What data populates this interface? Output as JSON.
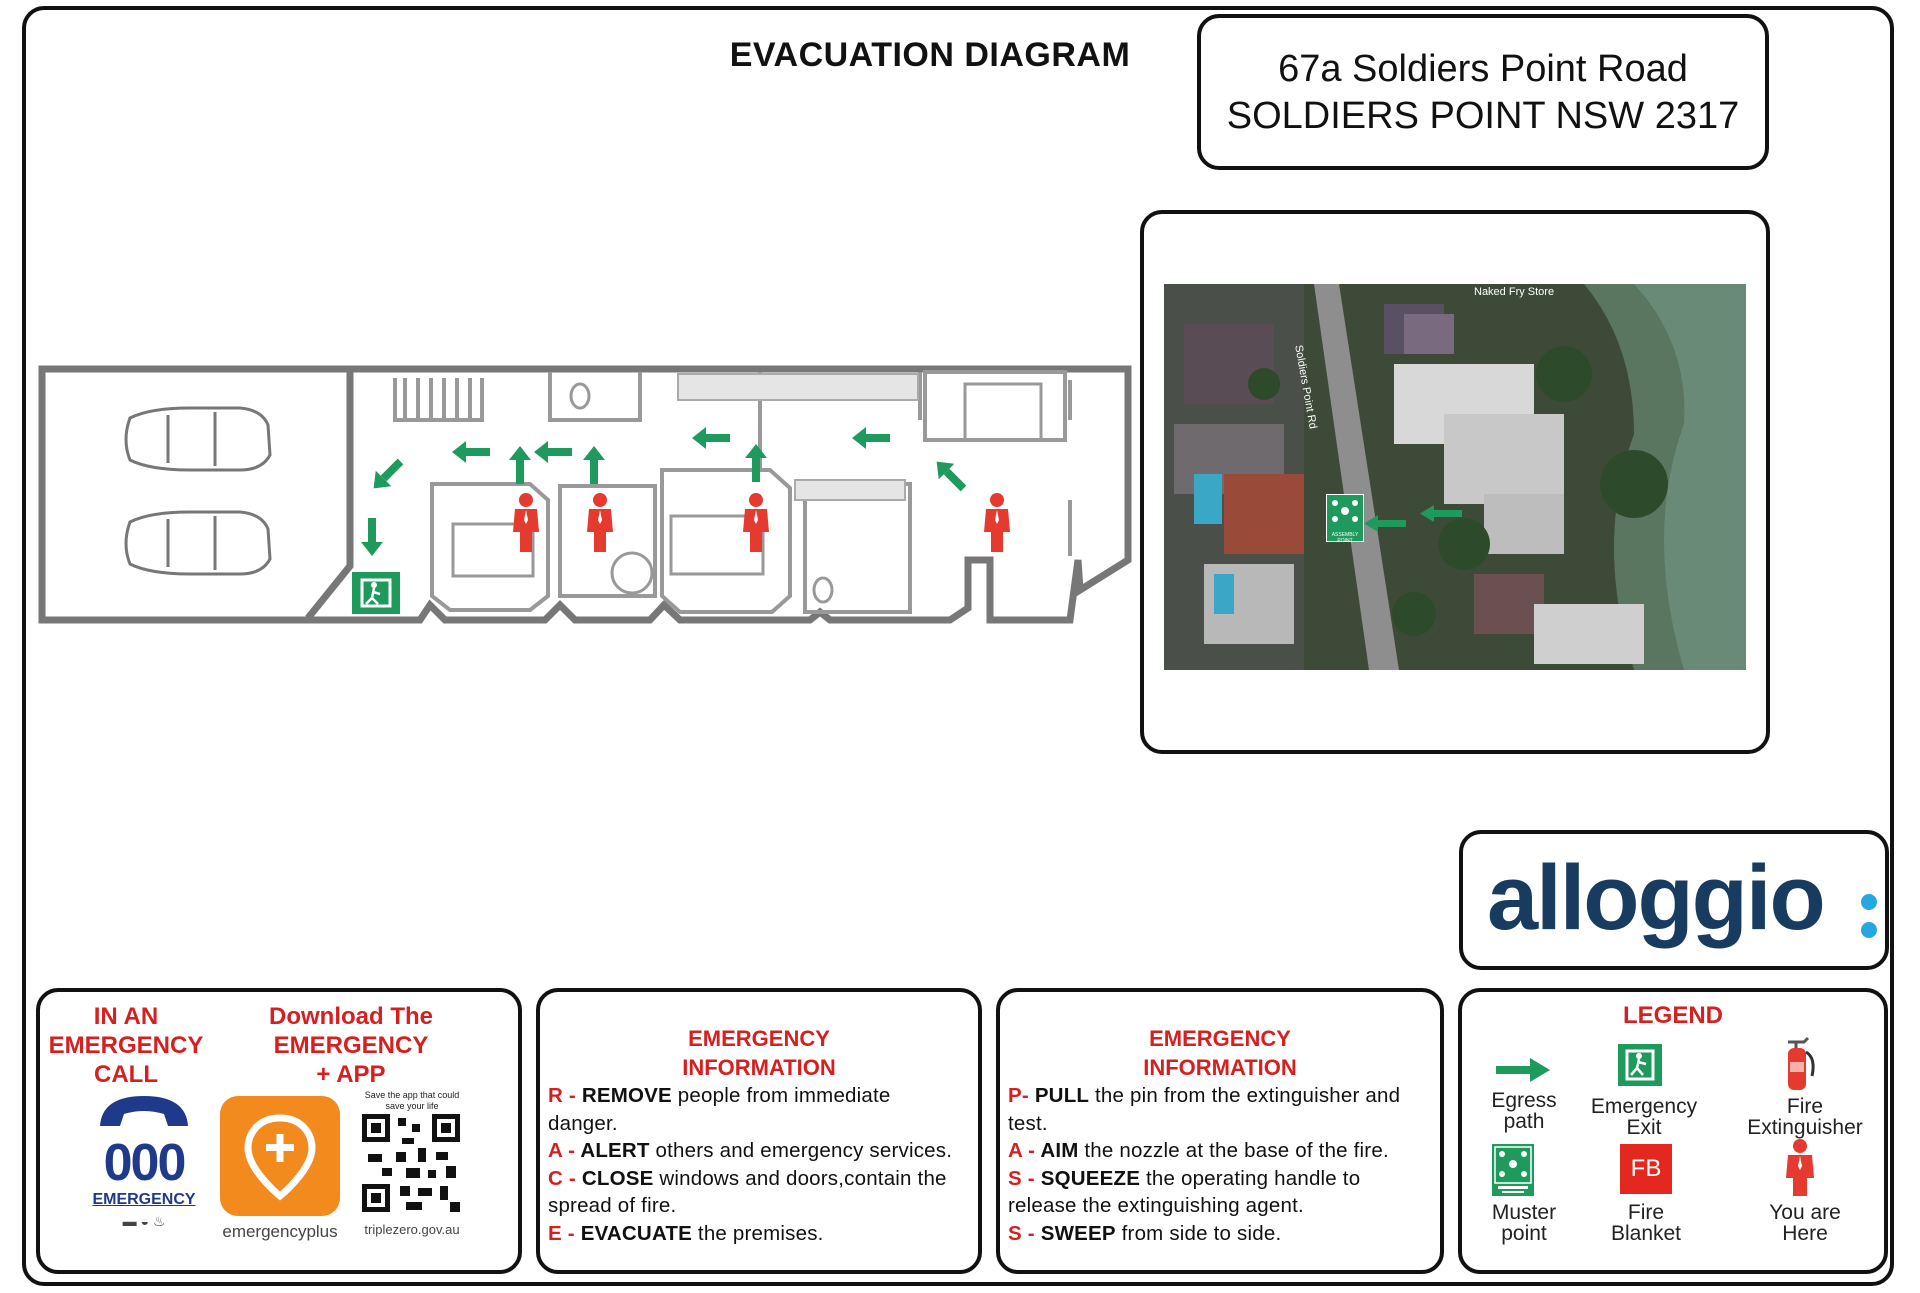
{
  "title": "EVACUATION DIAGRAM",
  "address": {
    "line1": "67a Soldiers Point Road",
    "line2": "SOLDIERS POINT NSW 2317"
  },
  "map": {
    "road_label": "Soldiers Point Rd",
    "place_label": "Naked Fry Store",
    "muster_label": "ASSEMBLY POINT"
  },
  "logo": {
    "text": "alloggio",
    "dot_color": "#27a7df",
    "text_color": "#173c5f"
  },
  "call_panel": {
    "heading": [
      "IN AN",
      "EMERGENCY",
      "CALL"
    ],
    "app_heading": [
      "Download The",
      "EMERGENCY",
      "+ APP"
    ],
    "phone_number": "000",
    "phone_caption": "EMERGENCY",
    "app_name": "emergencyplus",
    "qr_caption_top": "Save the app that could save your life",
    "qr_url": "triplezero.gov.au"
  },
  "info_rescue": {
    "heading": [
      "EMERGENCY",
      "INFORMATION"
    ],
    "lines": [
      {
        "key": "R",
        "word": "REMOVE",
        "text": " people from immediate"
      },
      {
        "key": "",
        "word": "",
        "text": "danger."
      },
      {
        "key": "A",
        "word": "ALERT",
        "text": " others and emergency services."
      },
      {
        "key": "C",
        "word": "CLOSE",
        "text": " windows and doors,contain the"
      },
      {
        "key": "",
        "word": "",
        "text": "spread of fire."
      },
      {
        "key": "E",
        "word": "EVACUATE",
        "text": " the premises."
      }
    ]
  },
  "info_pass": {
    "heading": [
      "EMERGENCY",
      "INFORMATION"
    ],
    "lines": [
      {
        "key": "P",
        "word": "PULL",
        "text": " the pin from the extinguisher and"
      },
      {
        "key": "",
        "word": "",
        "text": "test."
      },
      {
        "key": "A",
        "word": "AIM",
        "text": " the nozzle at the base of the fire."
      },
      {
        "key": "S",
        "word": "SQUEEZE",
        "text": " the operating handle to"
      },
      {
        "key": "",
        "word": "",
        "text": "release the extinguishing agent."
      },
      {
        "key": "S",
        "word": "SWEEP",
        "text": " from side to side."
      }
    ]
  },
  "legend": {
    "heading": "LEGEND",
    "egress": [
      "Egress",
      "path"
    ],
    "exit": [
      "Emergency",
      "Exit"
    ],
    "extinguisher": [
      "Fire",
      "Extinguisher"
    ],
    "muster": [
      "Muster",
      "point"
    ],
    "blanket_badge": "FB",
    "blanket": [
      "Fire",
      "Blanket"
    ],
    "here": [
      "You are",
      "Here"
    ]
  },
  "colors": {
    "egress_green": "#1e9a5c",
    "person_red": "#e53a2f",
    "heading_red": "#d62020"
  }
}
